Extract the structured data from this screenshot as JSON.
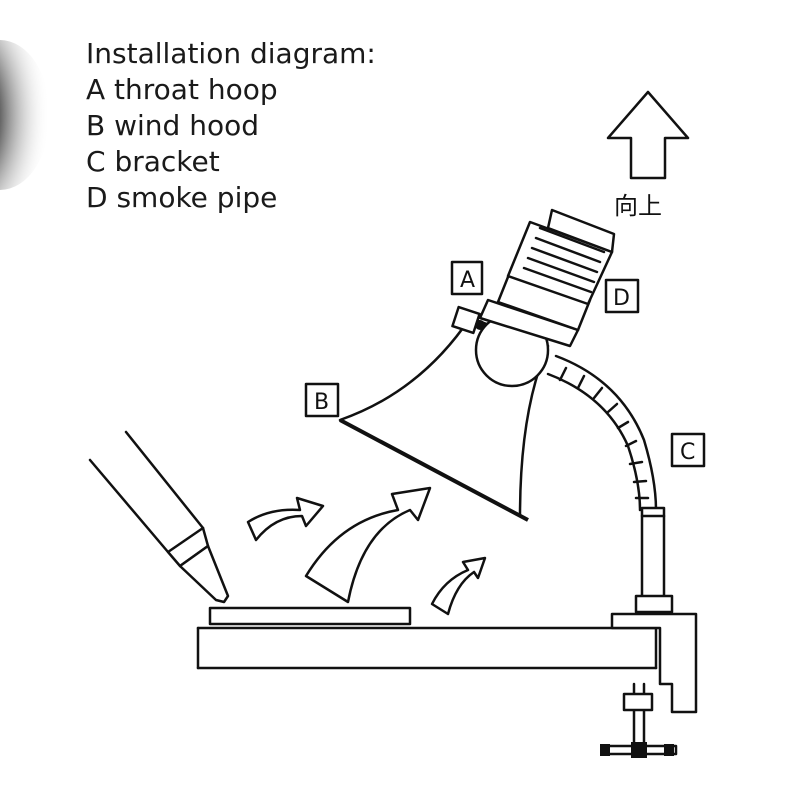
{
  "legend": {
    "heading": "Installation diagram:",
    "items": [
      "A throat hoop",
      "B wind hood",
      "C bracket",
      "D smoke pipe"
    ]
  },
  "callouts": {
    "a": "A",
    "b": "B",
    "c": "C",
    "d": "D"
  },
  "up_label": "向上",
  "colors": {
    "ink": "#111111",
    "paper": "#ffffff"
  }
}
